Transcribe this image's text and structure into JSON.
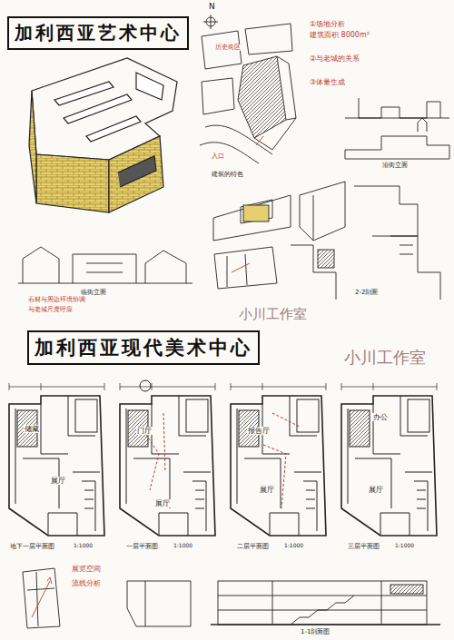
{
  "diagram": {
    "nodes": [
      {
        "text": [
          "加利西亚艺术中心"
        ]
      },
      {
        "text": [
          "加利西亚现代美术中心"
        ]
      }
    ],
    "labels": [
      "N",
      "①场地分析",
      "建筑面积 8000m²",
      "②与老城的关系",
      "③体量生成",
      "历史街区",
      "入口",
      "沿街立面",
      "建筑的特色",
      "2-2剖面",
      "临街立面",
      "石材与周边环境协调",
      "与老城尺度呼应",
      "地下一层平面图",
      "1:1000",
      "一层平面图",
      "1:1000",
      "二层平面图",
      "1:1000",
      "三层平面图",
      "1:1000",
      "储藏",
      "展厅",
      "门厅",
      "展厅",
      "报告厅",
      "展厅",
      "办公",
      "展厅",
      "展览空间",
      "流线分析",
      "1-1剖面图",
      "小川工作室",
      "小川工作室"
    ]
  }
}
